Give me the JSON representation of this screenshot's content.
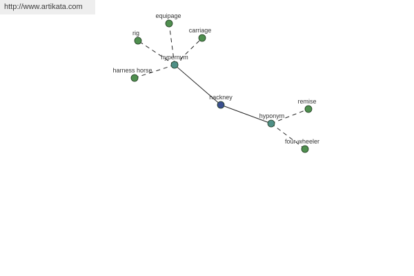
{
  "watermark": {
    "text": "http://www.artikata.com"
  },
  "colors": {
    "leaf_node": "#4f8f4f",
    "relation_node": "#4f8f86",
    "center_node": "#3b4f8f",
    "edge": "#222222"
  },
  "graph": {
    "center": "hackney",
    "nodes": [
      {
        "id": "hackney",
        "label": "hackney",
        "kind": "center"
      },
      {
        "id": "hypernym",
        "label": "hypernym",
        "kind": "relation"
      },
      {
        "id": "hyponym",
        "label": "hyponym",
        "kind": "relation"
      },
      {
        "id": "equipage",
        "label": "equipage",
        "kind": "leaf"
      },
      {
        "id": "rig",
        "label": "rig",
        "kind": "leaf"
      },
      {
        "id": "carriage",
        "label": "carriage",
        "kind": "leaf"
      },
      {
        "id": "harness-horse",
        "label": "harness horse",
        "kind": "leaf"
      },
      {
        "id": "remise",
        "label": "remise",
        "kind": "leaf"
      },
      {
        "id": "four-wheeler",
        "label": "four-wheeler",
        "kind": "leaf"
      }
    ],
    "edges": [
      {
        "from": "hackney",
        "to": "hypernym",
        "style": "solid"
      },
      {
        "from": "hackney",
        "to": "hyponym",
        "style": "solid"
      },
      {
        "from": "hypernym",
        "to": "equipage",
        "style": "dashed"
      },
      {
        "from": "hypernym",
        "to": "rig",
        "style": "dashed"
      },
      {
        "from": "hypernym",
        "to": "carriage",
        "style": "dashed"
      },
      {
        "from": "hypernym",
        "to": "harness-horse",
        "style": "dashed"
      },
      {
        "from": "hyponym",
        "to": "remise",
        "style": "dashed"
      },
      {
        "from": "hyponym",
        "to": "four-wheeler",
        "style": "dashed"
      }
    ]
  }
}
